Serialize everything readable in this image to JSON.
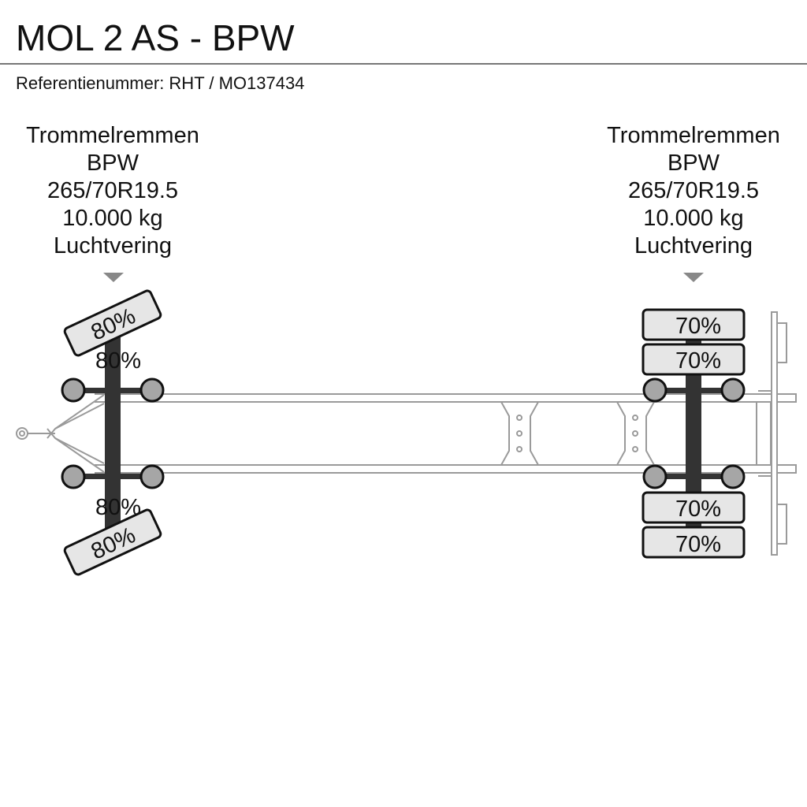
{
  "header": {
    "title": "MOL 2 AS - BPW",
    "reference": "Referentienummer: RHT / MO137434"
  },
  "axles": [
    {
      "brakes": "Trommelremmen",
      "make": "BPW",
      "tyre_size": "265/70R19.5",
      "capacity": "10.000 kg",
      "suspension": "Luchtvering",
      "tyres": {
        "top_outer": "80%",
        "top_inner": "80%",
        "bottom_inner": "80%",
        "bottom_outer": "80%"
      }
    },
    {
      "brakes": "Trommelremmen",
      "make": "BPW",
      "tyre_size": "265/70R19.5",
      "capacity": "10.000 kg",
      "suspension": "Luchtvering",
      "tyres": {
        "top_outer": "70%",
        "top_inner": "70%",
        "bottom_inner": "70%",
        "bottom_outer": "70%"
      }
    }
  ],
  "colors": {
    "frame_stroke": "#9a9a9a",
    "axle": "#333333",
    "tyre_fill": "#e6e6e6",
    "hub_fill": "#a6a6a6",
    "marker": "#888888"
  }
}
